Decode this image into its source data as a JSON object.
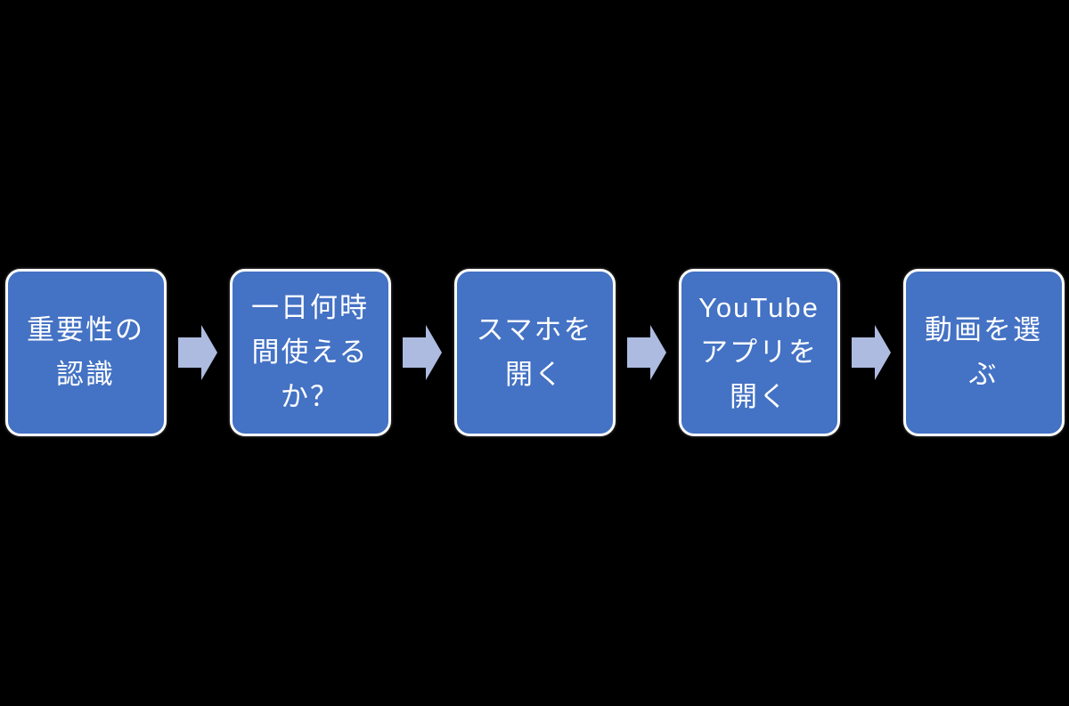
{
  "background_color": "#000000",
  "flowchart": {
    "box_fill": "#4472C4",
    "box_border_color": "#FFFFFF",
    "arrow_color": "#AEBBE0",
    "text_color": "#FFFFFF",
    "direction": "left-to-right",
    "steps": [
      {
        "label": "重要性の認識",
        "lines": {
          "0": "重要性の",
          "1": "認識"
        }
      },
      {
        "label": "一日何時間使えるか？",
        "lines": {
          "0": "一日何時",
          "1": "間使える",
          "2": "か？"
        }
      },
      {
        "label": "スマホを開く",
        "lines": {
          "0": "スマホを",
          "1": "開く"
        }
      },
      {
        "label": "YouTubeアプリを開く",
        "lines": {
          "0": "YouTube",
          "1": "アプリを",
          "2": "開く"
        }
      },
      {
        "label": "動画を選ぶ",
        "lines": {
          "0": "動画を選",
          "1": "ぶ"
        }
      }
    ]
  }
}
